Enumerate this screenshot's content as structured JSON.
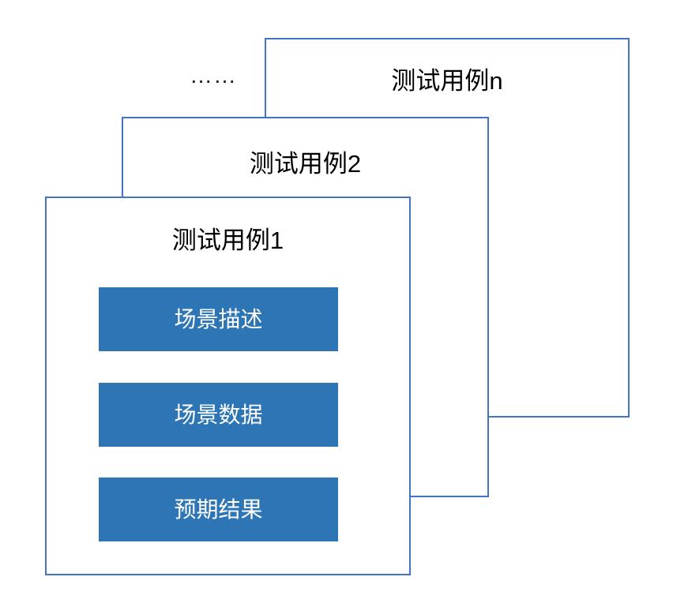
{
  "diagram": {
    "title_text_color": "#000000",
    "card_border_color": "#4472C4",
    "block_fill_color": "#2E75B6",
    "block_text_color": "#FFFFFF",
    "background_color": "#FFFFFF",
    "ellipsis": "……",
    "cards": [
      {
        "id": "case-n",
        "title": "测试用例n"
      },
      {
        "id": "case-2",
        "title": "测试用例2"
      },
      {
        "id": "case-1",
        "title": "测试用例1"
      }
    ],
    "sections": [
      {
        "label": "场景描述"
      },
      {
        "label": "场景数据"
      },
      {
        "label": "预期结果"
      }
    ]
  }
}
